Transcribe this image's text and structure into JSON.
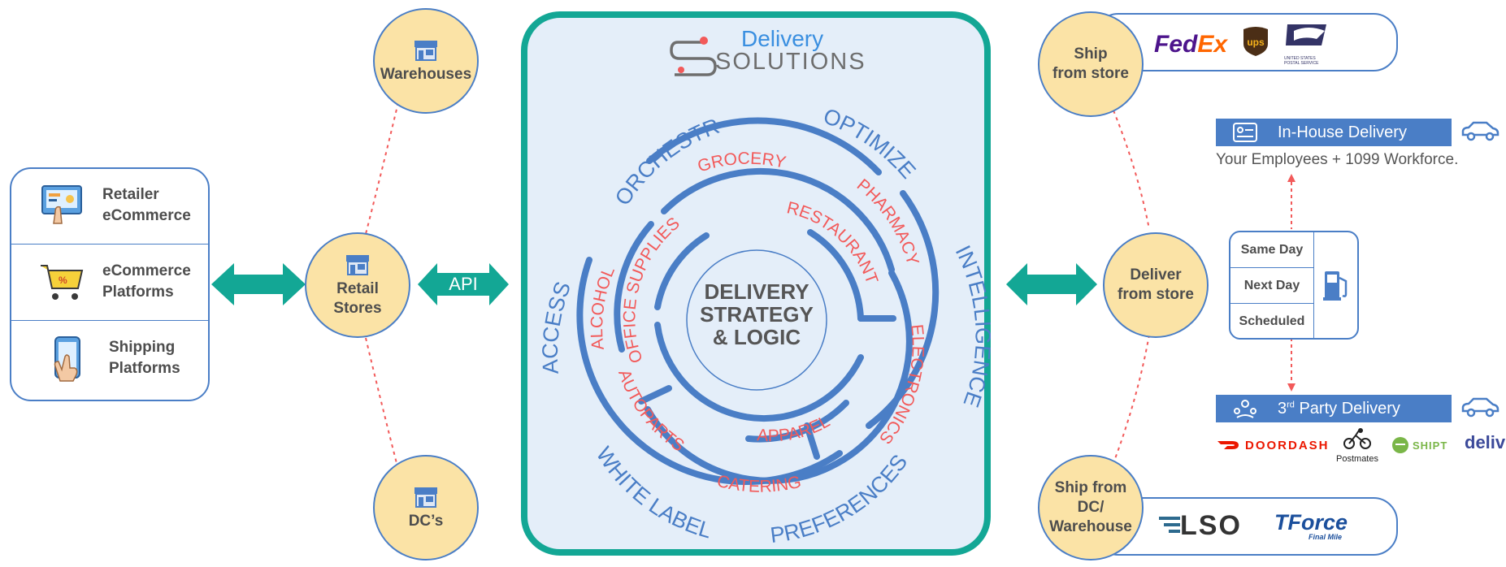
{
  "sources": [
    {
      "line1": "Retailer",
      "line2": "eCommerce",
      "icon": "retailer-ecommerce-icon"
    },
    {
      "line1": "eCommerce",
      "line2": "Platforms",
      "icon": "shopping-cart-icon"
    },
    {
      "line1": "Shipping",
      "line2": "Platforms",
      "icon": "mobile-tap-icon"
    }
  ],
  "nodes": {
    "warehouses": "Warehouses",
    "retail_stores_1": "Retail",
    "retail_stores_2": "Stores",
    "dcs": "DC’s"
  },
  "api_label": "API",
  "logo": {
    "word1": "Delivery",
    "word2": "SOLUTIONS"
  },
  "core": {
    "line1": "DELIVERY",
    "line2": "STRATEGY",
    "line3": "& LOGIC"
  },
  "outer_labels": {
    "orchestrate": "ORCHESTRATE",
    "optimize": "OPTIMIZE",
    "intelligence": "INTELLIGENCE",
    "preferences": "PREFERENCES",
    "white_label": "WHITE LABEL",
    "access": "ACCESS"
  },
  "verticals": {
    "grocery": "GROCERY",
    "pharmacy": "PHARMACY",
    "restaurant": "RESTAURANT",
    "alcohol": "ALCOHOL",
    "office_supplies": "OFFICE SUPPLIES",
    "electronics": "ELECTRONICS",
    "autoparts": "AUTOPARTS",
    "apparel": "APPAREL",
    "catering": "CATERING"
  },
  "right_nodes": {
    "ship_from_store_1": "Ship",
    "ship_from_store_2": "from store",
    "deliver_from_store_1": "Deliver",
    "deliver_from_store_2": "from store",
    "ship_from_dc_1": "Ship from",
    "ship_from_dc_2": "DC/",
    "ship_from_dc_3": "Warehouse"
  },
  "carriers_top": {
    "fedex_fed": "Fed",
    "fedex_ex": "Ex",
    "ups": "ups",
    "usps": "UNITED STATES POSTAL SERVICE"
  },
  "carriers_bottom": {
    "lso": "LSO",
    "tforce": "TForce",
    "tforce_sub": "Final Mile"
  },
  "in_house": {
    "title": "In-House Delivery",
    "subtitle": "Your Employees + 1099 Workforce."
  },
  "third_party": {
    "title_pre": "3",
    "title_sup": "rd",
    "title_post": " Party Delivery"
  },
  "delivery_options": [
    "Same Day",
    "Next Day",
    "Scheduled"
  ],
  "partners": {
    "doordash": "DOORDASH",
    "postmates": "Postmates",
    "shipt": "SHIPT",
    "deliv": "deliv"
  },
  "colors": {
    "teal": "#13a795",
    "blue": "#4a7ec6",
    "red": "#f25a5a",
    "yellow": "#fbe3a6",
    "panel": "#e4eef9"
  }
}
